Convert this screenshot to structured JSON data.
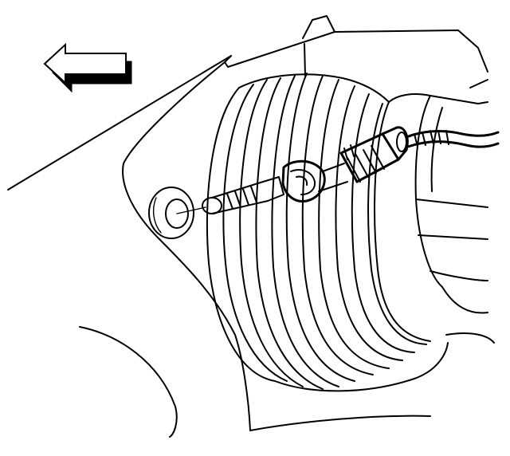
{
  "figure": {
    "caption": "",
    "colors": {
      "line": "#000000",
      "background": "#ffffff"
    },
    "arrow": {
      "direction": "left",
      "style": "outlined block arrow with shadow"
    },
    "components": [
      "housing-plate",
      "mounting-boss-hole",
      "bellows-boot",
      "axle-shaft",
      "sensor-probe",
      "sensor-retaining-clip",
      "electrical-connector",
      "wiring-harness"
    ]
  }
}
